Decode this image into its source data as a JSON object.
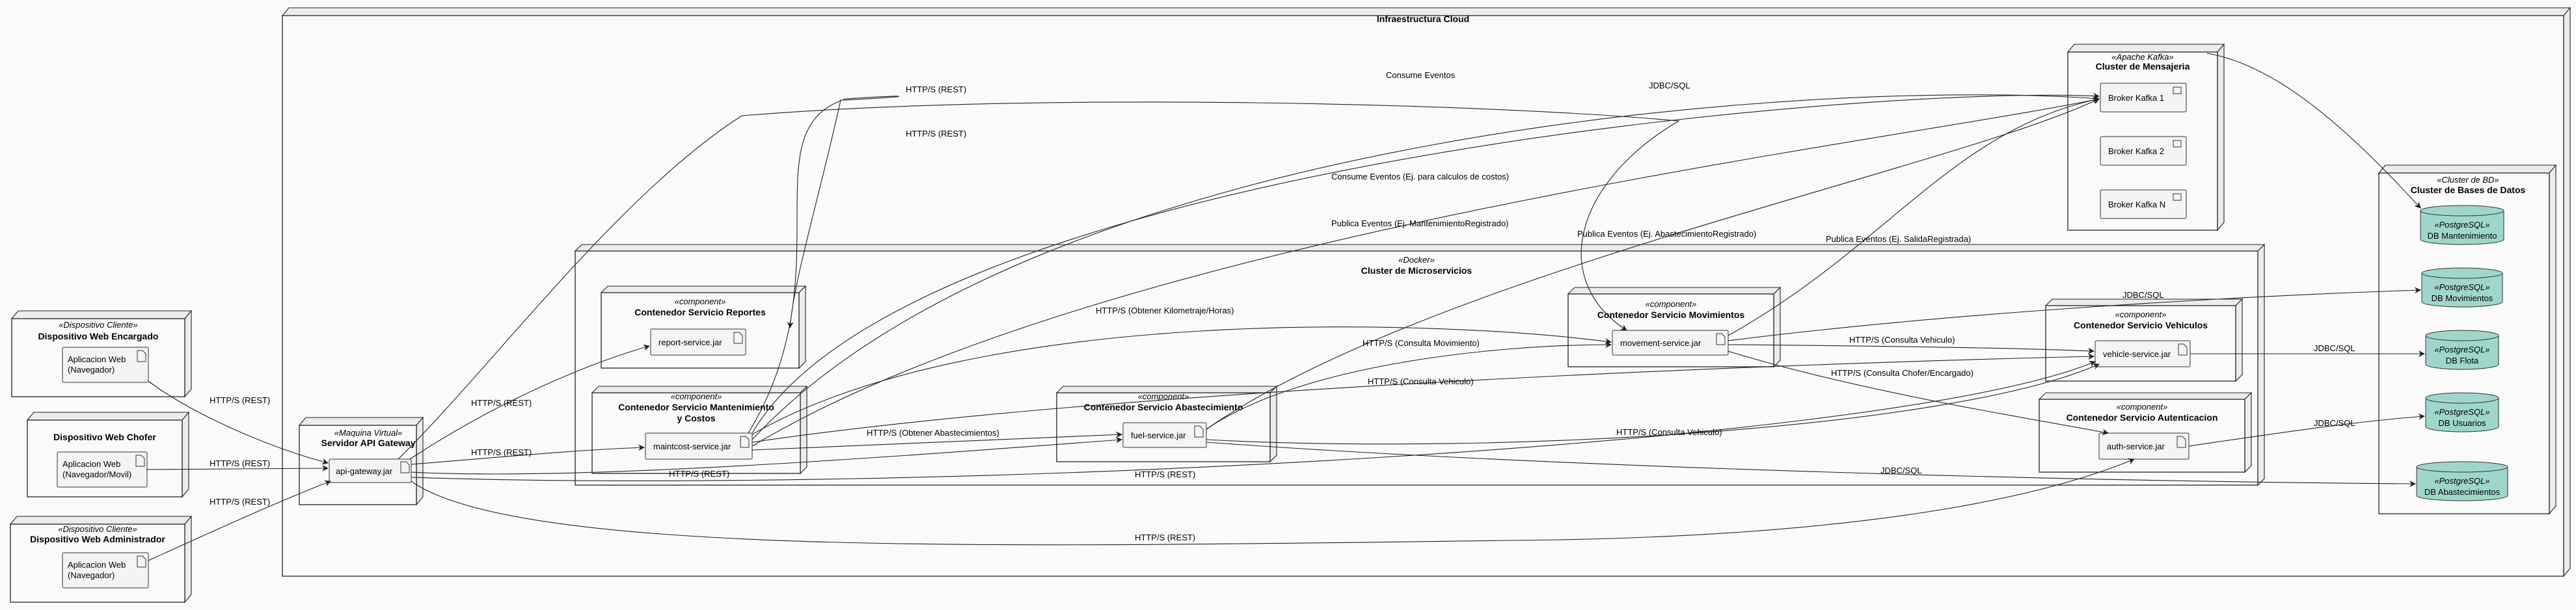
{
  "cloud": {
    "title": "Infraestructura Cloud"
  },
  "clients": [
    {
      "stereotype": "«Dispositivo Cliente»",
      "title": "Dispositivo Web Encargado",
      "artifact": [
        "Aplicacion Web",
        "(Navegador)"
      ]
    },
    {
      "stereotype": "",
      "title": "Dispositivo Web Chofer",
      "artifact": [
        "Aplicacion Web",
        "(Navegador/Movil)"
      ]
    },
    {
      "stereotype": "«Dispositivo Cliente»",
      "title": "Dispositivo Web Administrador",
      "artifact": [
        "Aplicacion Web",
        "(Navegador)"
      ]
    }
  ],
  "gateway": {
    "stereotype": "«Maquina Virtual»",
    "title": "Servidor API Gateway",
    "artifact": "api-gateway.jar"
  },
  "docker": {
    "stereotype": "«Docker»",
    "title": "Cluster de Microservicios"
  },
  "containers": [
    {
      "key": "reportes",
      "stereotype": "«component»",
      "title": [
        "Contenedor Servicio Reportes"
      ],
      "artifact": "report-service.jar"
    },
    {
      "key": "mantenimiento",
      "stereotype": "«component»",
      "title": [
        "Contenedor Servicio Mantenimiento",
        "y Costos"
      ],
      "artifact": "maintcost-service.jar"
    },
    {
      "key": "abastecimiento",
      "stereotype": "«component»",
      "title": [
        "Contenedor Servicio Abastecimiento"
      ],
      "artifact": "fuel-service.jar"
    },
    {
      "key": "movimientos",
      "stereotype": "«component»",
      "title": [
        "Contenedor Servicio Movimientos"
      ],
      "artifact": "movement-service.jar"
    },
    {
      "key": "vehiculos",
      "stereotype": "«component»",
      "title": [
        "Contenedor Servicio Vehiculos"
      ],
      "artifact": "vehicle-service.jar"
    },
    {
      "key": "autenticacion",
      "stereotype": "«component»",
      "title": [
        "Contenedor Servicio Autenticacion"
      ],
      "artifact": "auth-service.jar"
    }
  ],
  "kafka": {
    "stereotype": "«Apache Kafka»",
    "title": "Cluster de Mensajeria",
    "brokers": [
      "Broker Kafka 1",
      "Broker Kafka 2",
      "Broker Kafka N"
    ]
  },
  "databases": {
    "stereotype": "«Cluster de BD»",
    "title": "Cluster de Bases de Datos",
    "items": [
      {
        "stereotype": "«PostgreSQL»",
        "name": "DB Mantenimiento"
      },
      {
        "stereotype": "«PostgreSQL»",
        "name": "DB Movimientos"
      },
      {
        "stereotype": "«PostgreSQL»",
        "name": "DB Flota"
      },
      {
        "stereotype": "«PostgreSQL»",
        "name": "DB Usuarios"
      },
      {
        "stereotype": "«PostgreSQL»",
        "name": "DB Abastecimientos"
      }
    ]
  },
  "edges": [
    "HTTP/S (REST)",
    "HTTP/S (REST)",
    "HTTP/S (REST)",
    "HTTP/S (REST)",
    "HTTP/S (REST)",
    "HTTP/S (REST)",
    "HTTP/S (REST)",
    "HTTP/S (REST)",
    "HTTP/S (REST)",
    "HTTP/S (REST)",
    "HTTP/S (Obtener Kilometraje/Horas)",
    "HTTP/S (Obtener Abastecimientos)",
    "HTTP/S (Consulta Movimiento)",
    "HTTP/S (Consulta Vehiculo)",
    "HTTP/S (Consulta Vehiculo)",
    "HTTP/S (Consulta Vehiculo)",
    "HTTP/S (Consulta Chofer/Encargado)",
    "Consume Eventos",
    "Consume Eventos (Ej. para calculos de costos)",
    "Publica Eventos (Ej. MantenimientoRegistrado)",
    "Publica Eventos (Ej. AbastecimientoRegistrado)",
    "Publica Eventos (Ej. SalidaRegistrada)",
    "JDBC/SQL",
    "JDBC/SQL",
    "JDBC/SQL",
    "JDBC/SQL",
    "JDBC/SQL"
  ]
}
